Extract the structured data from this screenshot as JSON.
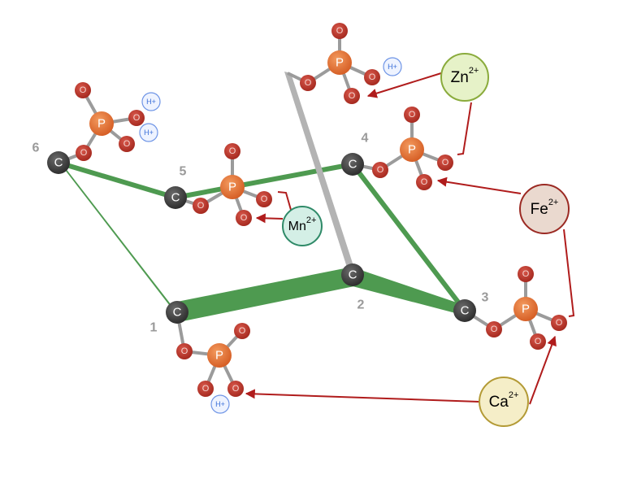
{
  "labels": {
    "carbon": "C",
    "phosphorus": "P",
    "oxygen": "O",
    "proton": "H",
    "proton_charge": "+"
  },
  "ring_positions": [
    "1",
    "2",
    "3",
    "4",
    "5",
    "6"
  ],
  "ions": [
    {
      "id": "zn",
      "symbol": "Zn",
      "charge": "2+",
      "fill": "#e6f2c8",
      "stroke": "#8aab3c"
    },
    {
      "id": "fe",
      "symbol": "Fe",
      "charge": "2+",
      "fill": "#ead9cf",
      "stroke": "#9b2a23"
    },
    {
      "id": "mn",
      "symbol": "Mn",
      "charge": "2+",
      "fill": "#d4efe6",
      "stroke": "#2f8a68"
    },
    {
      "id": "ca",
      "symbol": "Ca",
      "charge": "2+",
      "fill": "#f5eec8",
      "stroke": "#b39a35"
    }
  ],
  "colors": {
    "ring": "#4e9a50",
    "carbon": "#3c3c3c",
    "phosphorus": "#e8763a",
    "oxygen": "#c0392b",
    "bond": "#9b9b9b",
    "chelation": "#b01c1c",
    "axial": "#b3b3b3"
  }
}
